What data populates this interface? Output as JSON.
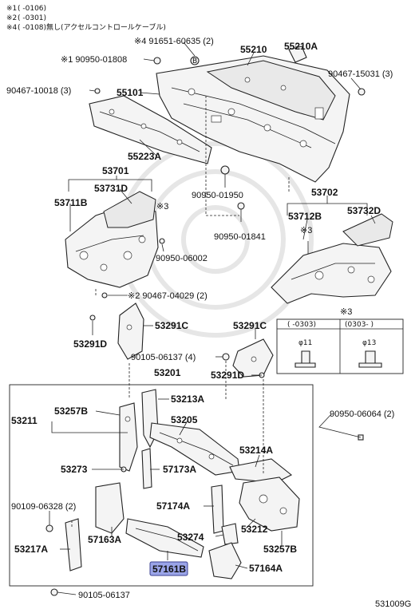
{
  "notes": [
    {
      "mark": "※1",
      "text": "(     -0106)"
    },
    {
      "mark": "※2",
      "text": "(     -0301)"
    },
    {
      "mark": "※4",
      "text": "(     -0108)無し(アクセルコントロールケーブル)"
    }
  ],
  "parts": {
    "p_91651_60635": "※4 91651-60635 (2)",
    "p_55210": "55210",
    "p_55210a": "55210A",
    "p_90950_01808": "※1 90950-01808",
    "p_90467_15031": "90467-15031 (3)",
    "p_90467_10018": "90467-10018 (3)",
    "p_55101": "55101",
    "p_55223a": "55223A",
    "p_53701": "53701",
    "p_53731d": "53731D",
    "p_53711b": "53711B",
    "p_mark3_left": "※3",
    "p_90950_01950": "90950-01950",
    "p_53702": "53702",
    "p_53712b": "53712B",
    "p_53732d": "53732D",
    "p_90950_01841": "90950-01841",
    "p_mark3_right": "※3",
    "p_90950_06002": "90950-06002",
    "p_90467_04029": "※2 90467-04029 (2)",
    "p_53291c_left": "53291C",
    "p_53291c_right": "53291C",
    "p_53291d_left": "53291D",
    "p_90105_06137_4": "90105-06137 (4)",
    "p_53291d_right": "53291D",
    "p_53201": "53201",
    "p_53213a": "53213A",
    "p_53211": "53211",
    "p_53257b_top": "53257B",
    "p_53205": "53205",
    "p_90950_06064": "90950-06064 (2)",
    "p_53273": "53273",
    "p_57173a": "57173A",
    "p_53214a": "53214A",
    "p_90109_06328": "90109-06328 (2)",
    "p_57174a": "57174A",
    "p_57163a": "57163A",
    "p_53274": "53274",
    "p_53212": "53212",
    "p_53217a": "53217A",
    "p_53257b_bottom": "53257B",
    "p_57161b": "57161B",
    "p_57164a": "57164A",
    "p_90105_06137": "90105-06137"
  },
  "inset": {
    "mark": "※3",
    "col1_header": "(      -0303)",
    "col2_header": "(0303-      )",
    "col1_dim": "φ11",
    "col2_dim": "φ13"
  },
  "diagram_id": "531009G",
  "colors": {
    "highlight_fill": "#9aa4e8",
    "highlight_stroke": "#3a3f8f",
    "line": "#222222"
  }
}
